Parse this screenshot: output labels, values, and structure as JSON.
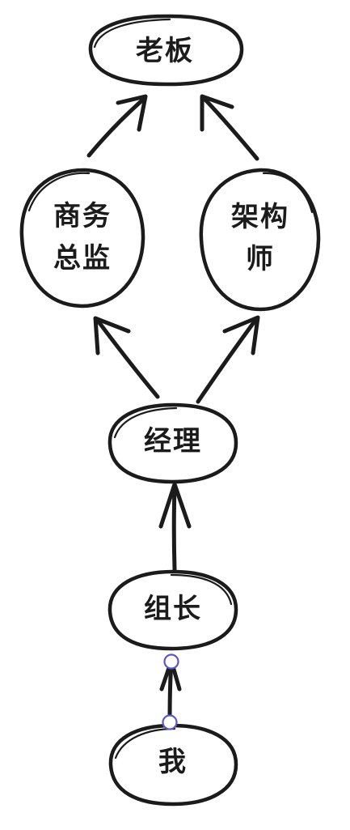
{
  "nodes": {
    "boss": "老板",
    "business_director": [
      "商务",
      "总监"
    ],
    "architect": [
      "架构",
      "师"
    ],
    "manager": "经理",
    "team_lead": "组长",
    "me": "我"
  },
  "edges": [
    {
      "from": "business_director",
      "to": "boss"
    },
    {
      "from": "architect",
      "to": "boss"
    },
    {
      "from": "manager",
      "to": "business_director"
    },
    {
      "from": "manager",
      "to": "architect"
    },
    {
      "from": "team_lead",
      "to": "manager"
    },
    {
      "from": "me",
      "to": "team_lead"
    }
  ],
  "colors": {
    "stroke": "#1b1b1b",
    "selection_handle": "#5b57c9",
    "background": "#ffffff"
  }
}
